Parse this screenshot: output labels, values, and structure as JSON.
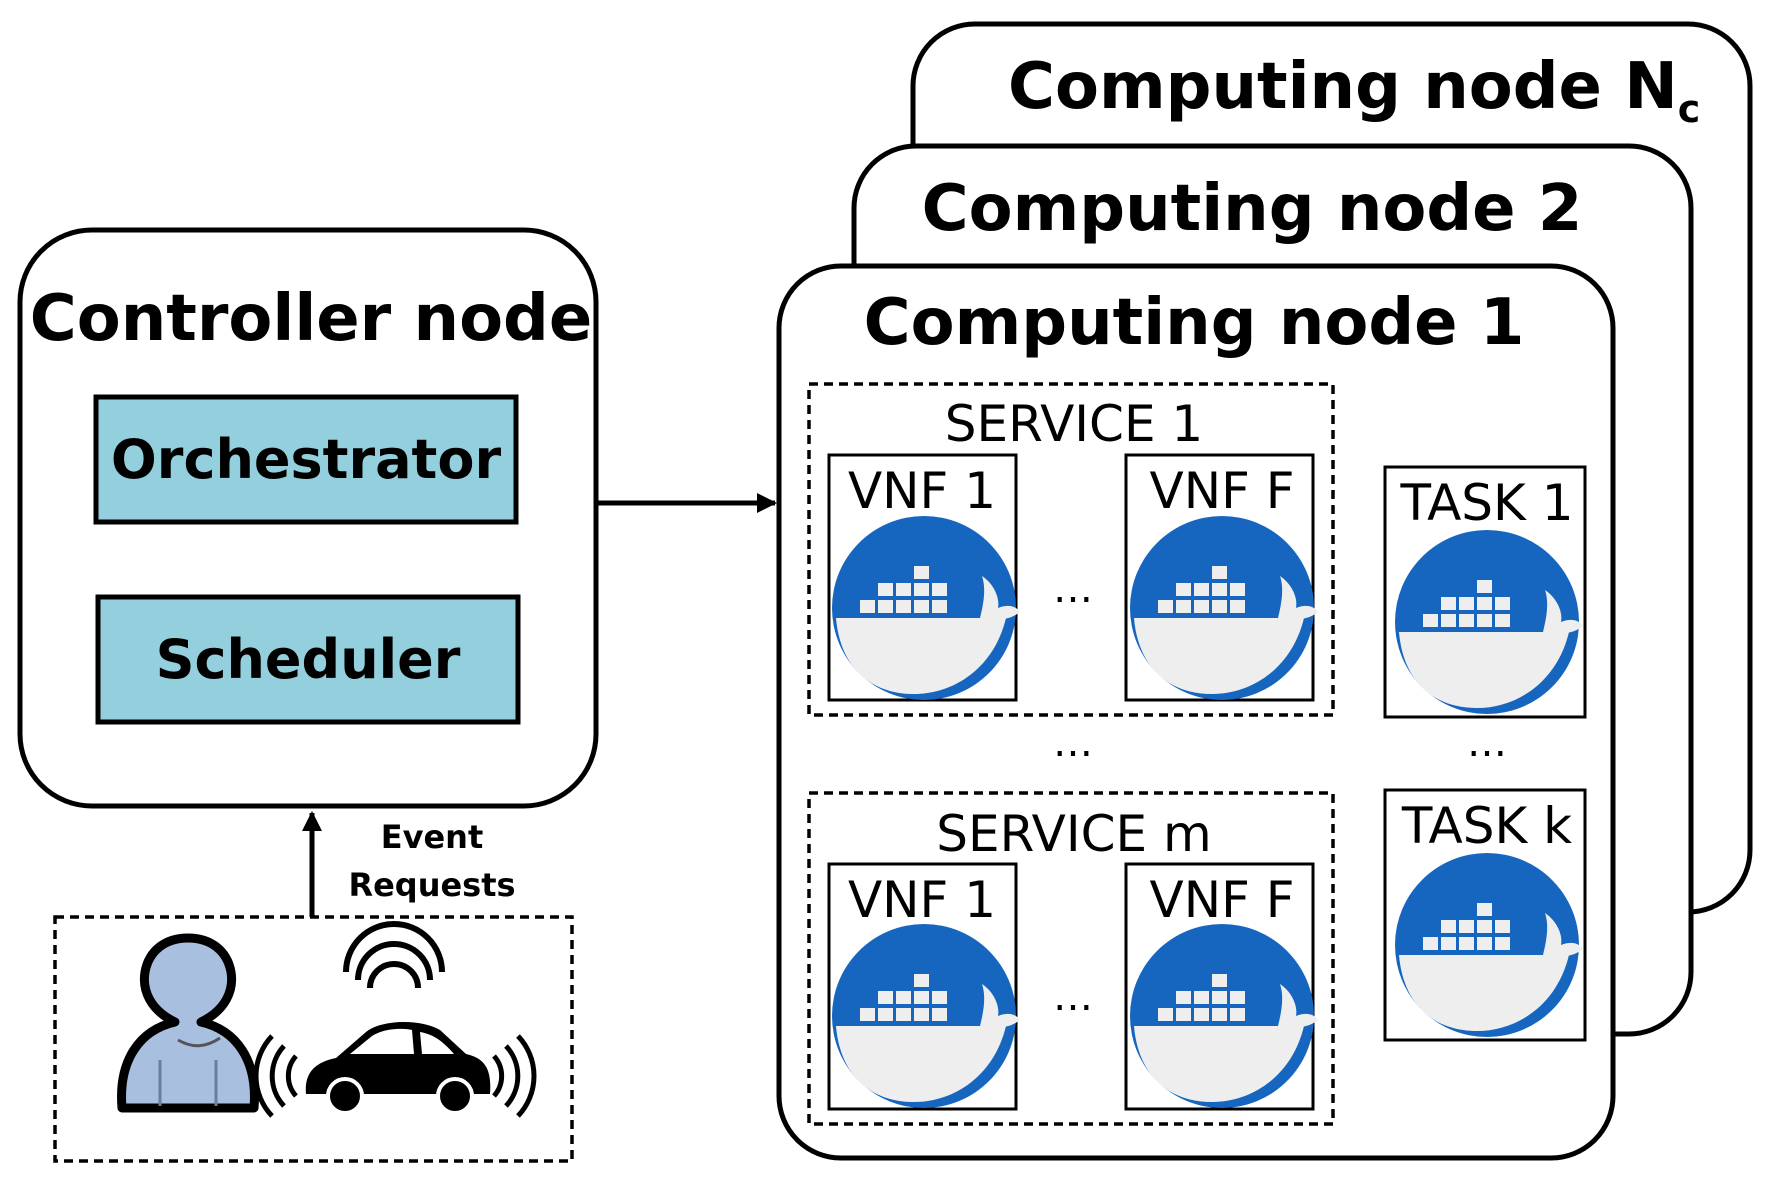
{
  "controller": {
    "title": "Controller node",
    "modules": [
      {
        "label": "Orchestrator"
      },
      {
        "label": "Scheduler"
      }
    ],
    "module_fill": "#93cfdc"
  },
  "event_requests": {
    "line1": "Event",
    "line2": "Requests"
  },
  "computing_nodes": {
    "back_title_main": "Computing node N",
    "back_title_sub": "c",
    "middle_title": "Computing node 2",
    "front_title": "Computing node 1"
  },
  "services": [
    {
      "title": "SERVICE 1",
      "vnfs": [
        "VNF 1",
        "VNF F"
      ],
      "ellipsis": "…"
    },
    {
      "title": "SERVICE m",
      "vnfs": [
        "VNF 1",
        "VNF F"
      ],
      "ellipsis": "…"
    }
  ],
  "tasks": [
    {
      "title": "TASK 1"
    },
    {
      "title": "TASK k"
    }
  ],
  "ellipsis_between_services": "…",
  "ellipsis_between_tasks": "…",
  "icons": {
    "container": "docker-whale-icon",
    "user": "user-icon",
    "car": "connected-car-icon"
  },
  "colors": {
    "docker_blue": "#1666c0",
    "whale_body": "#eeeeee",
    "user_fill": "#a9bfe0"
  }
}
